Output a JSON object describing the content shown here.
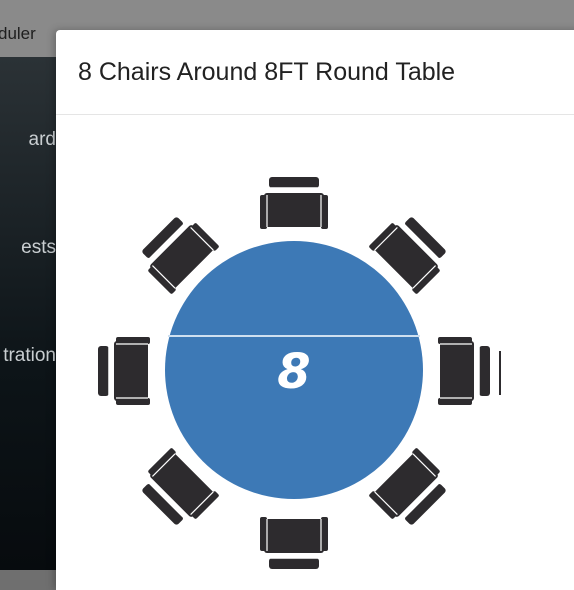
{
  "app": {
    "title_fragment": "duler"
  },
  "sidebar": {
    "items": [
      {
        "label": "ard"
      },
      {
        "label": "ests"
      },
      {
        "label": "tration"
      }
    ]
  },
  "modal": {
    "title": "8 Chairs Around 8FT Round Table",
    "table": {
      "seat_count": "8",
      "color": "#3d79b6"
    },
    "chair_color": "#2d2b2e"
  }
}
